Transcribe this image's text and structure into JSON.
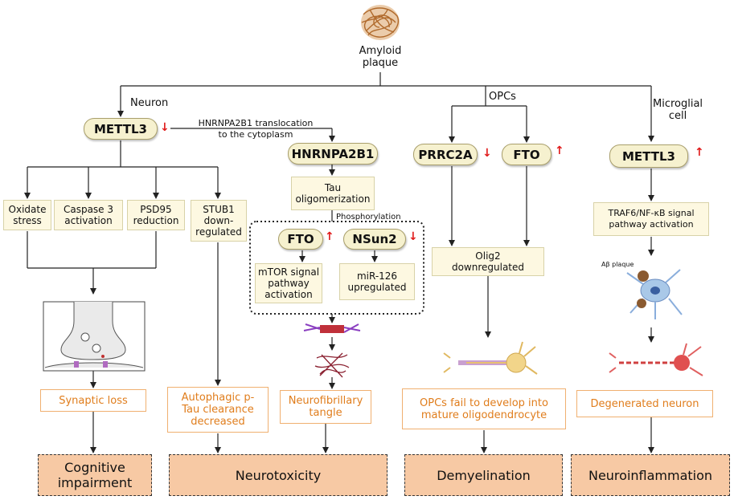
{
  "colors": {
    "up_arrow": "#e01b1b",
    "down_arrow": "#e01b1b",
    "outcome_fill": "#f7c9a4",
    "result_text": "#e07d1c"
  },
  "top": {
    "label": "Amyloid plaque",
    "line1": "Amyloid",
    "line2": "plaque"
  },
  "branches": {
    "neuron": "Neuron",
    "opcs": "OPCs",
    "microglia_line1": "Microglial",
    "microglia_line2": "cell"
  },
  "neuron": {
    "mettl3": "METTL3",
    "mettl3_trend": "↓",
    "translocation_line1": "HNRNPA2B1 translocation",
    "translocation_line2": "to the cytoplasm",
    "effects": [
      {
        "line1": "Oxidate",
        "line2": "stress"
      },
      {
        "line1": "Caspase 3",
        "line2": "activation"
      },
      {
        "line1": "PSD95",
        "line2": "reduction"
      }
    ],
    "stub1": {
      "line1": "STUB1",
      "line2": "down-",
      "line3": "regulated"
    },
    "synaptic_icon": "synapse-illustration",
    "synaptic_result": "Synaptic loss",
    "autophagy_line1": "Autophagic p-",
    "autophagy_line2": "Tau clearance",
    "autophagy_line3": "decreased"
  },
  "hnrnp": {
    "name": "HNRNPA2B1",
    "tau_line1": "Tau",
    "tau_line2": "oligomerization",
    "phosphorylation": "Phosphorylation",
    "fto": "FTO",
    "fto_trend": "↑",
    "nsun2": "NSun2",
    "nsun2_trend": "↓",
    "mtor_line1": "mTOR signal",
    "mtor_line2": "pathway",
    "mtor_line3": "activation",
    "mir_line1": "miR-126",
    "mir_line2": "upregulated",
    "tangle_line1": "Neurofibrillary",
    "tangle_line2": "tangle"
  },
  "opcs": {
    "prrc2a": "PRRC2A",
    "prrc2a_trend": "↓",
    "fto": "FTO",
    "fto_trend": "↑",
    "olig2_line1": "Olig2",
    "olig2_line2": "downregulated",
    "result_line1": "OPCs fail to develop into",
    "result_line2": "mature oligodendrocyte"
  },
  "microglia": {
    "mettl3": "METTL3",
    "mettl3_trend": "↑",
    "traf6_line1": "TRAF6/NF-κB  signal",
    "traf6_line2": "pathway activation",
    "abeta": "Aβ plaque",
    "result": "Degenerated neuron"
  },
  "outcomes": {
    "cognitive_line1": "Cognitive",
    "cognitive_line2": "impairment",
    "neurotoxicity": "Neurotoxicity",
    "demyelination": "Demyelination",
    "neuroinflammation": "Neuroinflammation"
  }
}
